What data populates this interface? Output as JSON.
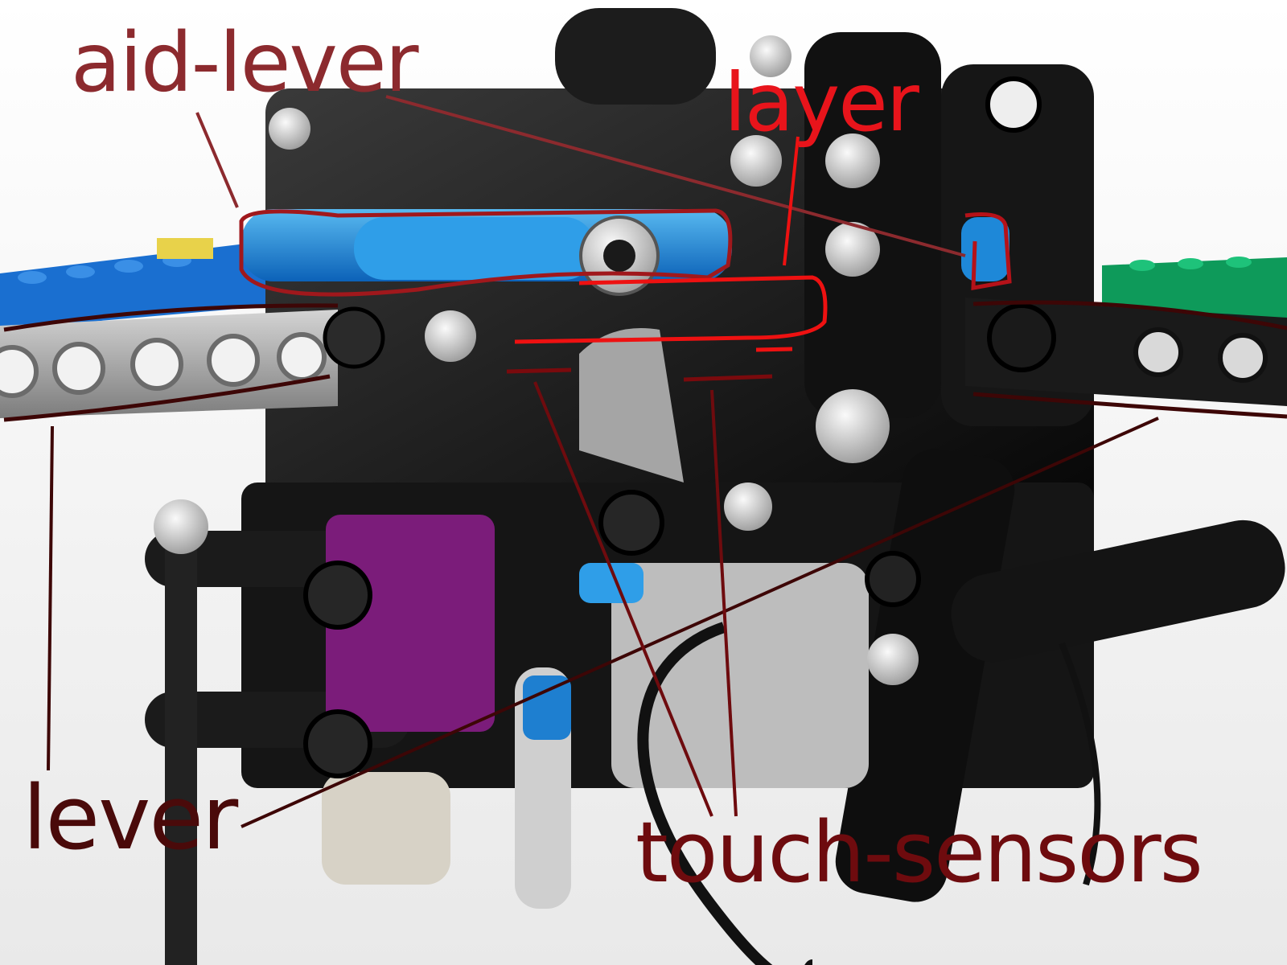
{
  "labels": {
    "aid_lever": "aid-lever",
    "layer": "layer",
    "lever": "lever",
    "touch_sensors": "touch-sensors"
  },
  "colors": {
    "aid_lever": "#8c2a2e",
    "layer": "#e8141b",
    "lever": "#4a0a0a",
    "touch_sensors": "#6e0b0e"
  }
}
